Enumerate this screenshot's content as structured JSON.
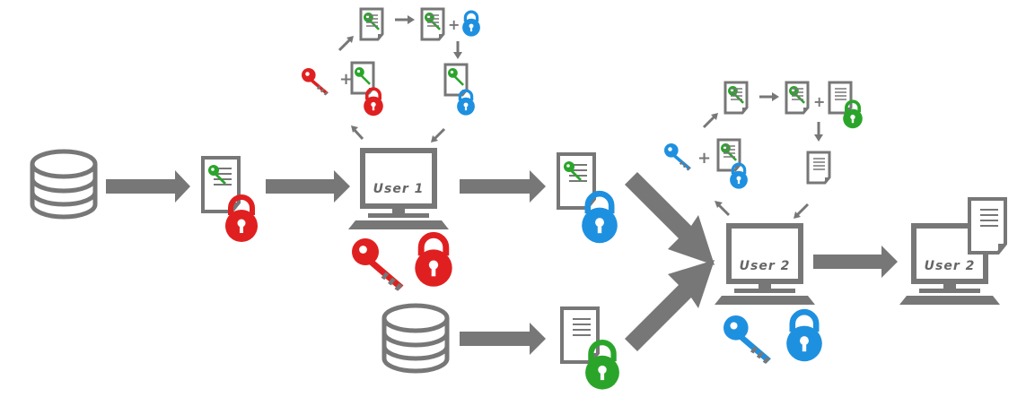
{
  "diagram": {
    "users": {
      "user1": "User 1",
      "user2": "User 2",
      "user2_final": "User 2"
    },
    "plus_sign": "+",
    "colors": {
      "gray": "#777777",
      "red": "#e02020",
      "blue": "#1e90e0",
      "green": "#2aa52a",
      "doc_text_green": "#2aa52a"
    },
    "icons": [
      "database-icon",
      "encrypted-document-icon",
      "padlock-icon",
      "key-icon",
      "monitor-icon",
      "document-icon",
      "arrow-icon"
    ]
  }
}
